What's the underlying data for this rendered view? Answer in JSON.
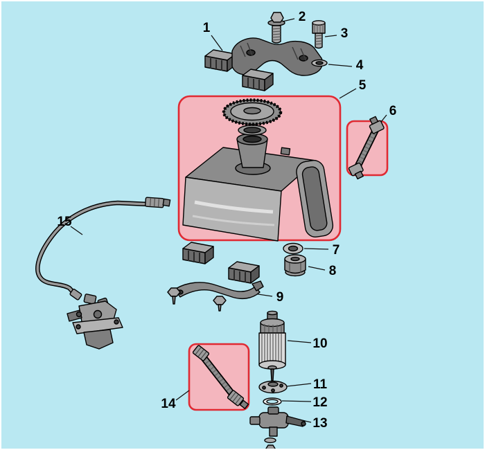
{
  "diagram": {
    "background_color": "#b9e8f2",
    "highlight_fill": "#f4b6be",
    "highlight_border": "#e02a33",
    "part_labels": [
      "1",
      "2",
      "3",
      "4",
      "5",
      "6",
      "7",
      "8",
      "9",
      "10",
      "11",
      "12",
      "13",
      "14",
      "15"
    ]
  }
}
